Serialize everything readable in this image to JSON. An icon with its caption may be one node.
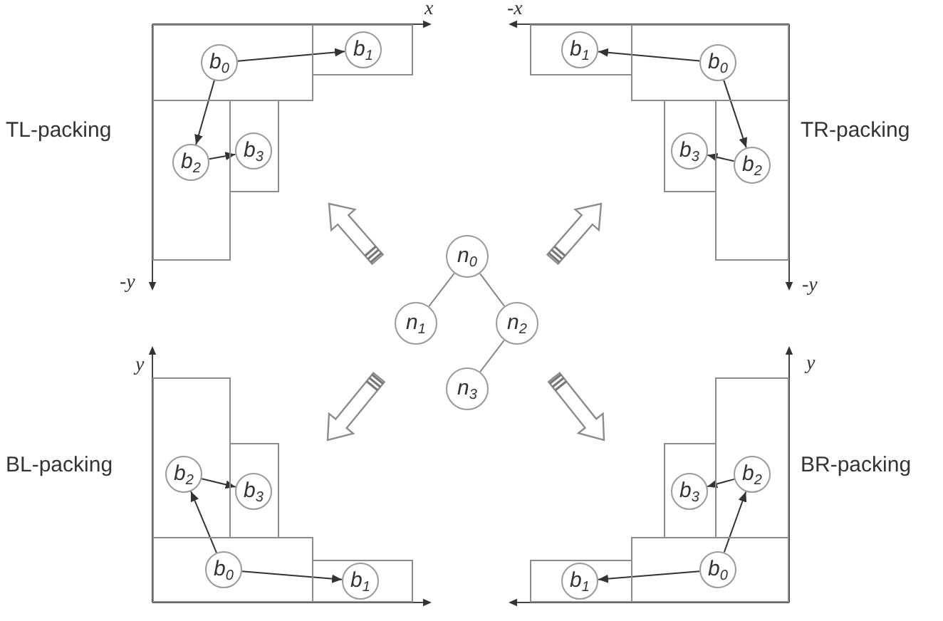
{
  "diagram": {
    "nodes": [
      {
        "text": [],
        "shape": "box"
      },
      {
        "text": [
          "b$_{0}$"
        ],
        "in": 0
      },
      {
        "text": [],
        "shape": "box"
      },
      {
        "text": [
          "b$_{1}$"
        ],
        "in": 2
      },
      {
        "text": [],
        "shape": "box"
      },
      {
        "text": [
          "b$_{2}$"
        ],
        "in": 4
      },
      {
        "text": [],
        "shape": "box"
      },
      {
        "text": [
          "b$_{3}$"
        ],
        "in": 6
      },
      {
        "text": [],
        "shape": "box"
      },
      {
        "text": [
          "b$_{0}$"
        ],
        "in": 8
      },
      {
        "text": [],
        "shape": "box"
      },
      {
        "text": [
          "b$_{1}$"
        ],
        "in": 10
      },
      {
        "text": [],
        "shape": "box"
      },
      {
        "text": [
          "b$_{2}$"
        ],
        "in": 12
      },
      {
        "text": [],
        "shape": "box"
      },
      {
        "text": [
          "b$_{3}$"
        ],
        "in": 14
      },
      {
        "text": [
          "n$_{0}$"
        ]
      },
      {
        "text": [
          "n$_{1}$"
        ]
      },
      {
        "text": [
          "n$_{2}$"
        ]
      },
      {
        "text": [
          "n$_{3}$"
        ]
      },
      {
        "text": [],
        "shape": "box"
      },
      {
        "text": [
          "b$_{0}$"
        ],
        "in": 20
      },
      {
        "text": [],
        "shape": "box"
      },
      {
        "text": [
          "b$_{1}$"
        ],
        "in": 22
      },
      {
        "text": [],
        "shape": "box"
      },
      {
        "text": [
          "b$_{2}$"
        ],
        "in": 24
      },
      {
        "text": [],
        "shape": "box"
      },
      {
        "text": [
          "b$_{3}$"
        ],
        "in": 26
      },
      {
        "text": [],
        "shape": "box"
      },
      {
        "text": [
          "b$_{0}$"
        ],
        "in": 28
      },
      {
        "text": [],
        "shape": "box"
      },
      {
        "text": [
          "b$_{1}$"
        ],
        "in": 30
      },
      {
        "text": [],
        "shape": "box"
      },
      {
        "text": [
          "b$_{2}$"
        ],
        "in": 32
      },
      {
        "text": [],
        "shape": "box"
      },
      {
        "text": [
          "b$_{3}$"
        ],
        "in": 34
      }
    ],
    "edges": [
      {
        "from": 1,
        "to": 3,
        "arrow": "to"
      },
      {
        "from": 1,
        "to": 5,
        "arrow": "to"
      },
      {
        "from": 5,
        "to": 7,
        "arrow": "to"
      },
      {
        "from": 9,
        "to": 11,
        "arrow": "to"
      },
      {
        "from": 9,
        "to": 13,
        "arrow": "to"
      },
      {
        "from": 13,
        "to": 15,
        "arrow": "to"
      },
      {
        "from": 16,
        "to": 17,
        "arrow": "none",
        "color": "#888888"
      },
      {
        "from": 16,
        "to": 18,
        "arrow": "none",
        "color": "#888888"
      },
      {
        "from": 18,
        "to": 19,
        "arrow": "none",
        "color": "#888888"
      },
      {
        "from": 21,
        "to": 23,
        "arrow": "to"
      },
      {
        "from": 21,
        "to": 25,
        "arrow": "to"
      },
      {
        "from": 25,
        "to": 27,
        "arrow": "to"
      },
      {
        "from": 29,
        "to": 31,
        "arrow": "to"
      },
      {
        "from": 29,
        "to": 33,
        "arrow": "to"
      },
      {
        "from": 33,
        "to": 35,
        "arrow": "to"
      }
    ],
    "labels": [
      "x",
      "-x",
      "TL-packing",
      "TR-packing",
      "-y",
      "-y",
      "y",
      "y",
      "BL-packing",
      "BR-packing"
    ]
  }
}
